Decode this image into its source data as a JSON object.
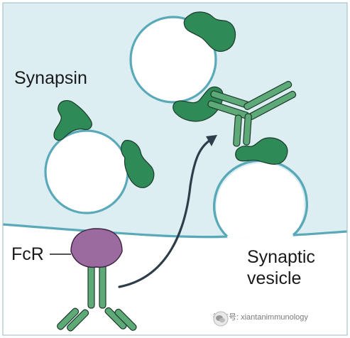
{
  "labels": {
    "synapsin": "Synapsin",
    "fcr": "FcR",
    "synaptic_vesicle_line1": "Synaptic",
    "synaptic_vesicle_line2": "vesicle"
  },
  "watermark": {
    "text": "微信号: xiantanimmunology",
    "icon": "wechat-icon"
  },
  "colors": {
    "cytoplasm": "#dceef2",
    "membrane": "#5aa9b8",
    "vesicle_fill": "#ffffff",
    "synapsin_green": "#2e8b57",
    "antibody_green": "#5daa78",
    "fcr_purple": "#9b6a9f",
    "arrow": "#2d3e4a",
    "outline": "#1c3a2a"
  }
}
